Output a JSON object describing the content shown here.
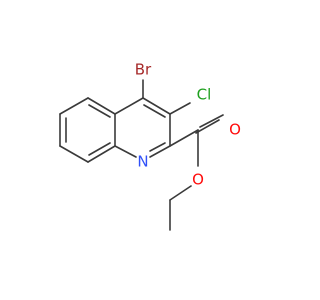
{
  "molecule": {
    "atoms": [
      {
        "id": "br",
        "symbol": "Br",
        "color": "#a62929"
      },
      {
        "id": "cl",
        "symbol": "Cl",
        "color": "#1fa01f"
      },
      {
        "id": "n",
        "symbol": "N",
        "color": "#3050f8"
      },
      {
        "id": "o-carbonyl",
        "symbol": "O",
        "color": "#ff0d0d"
      },
      {
        "id": "o-ester",
        "symbol": "O",
        "color": "#ff0d0d"
      }
    ],
    "bond_color": "#3a3a3a"
  }
}
